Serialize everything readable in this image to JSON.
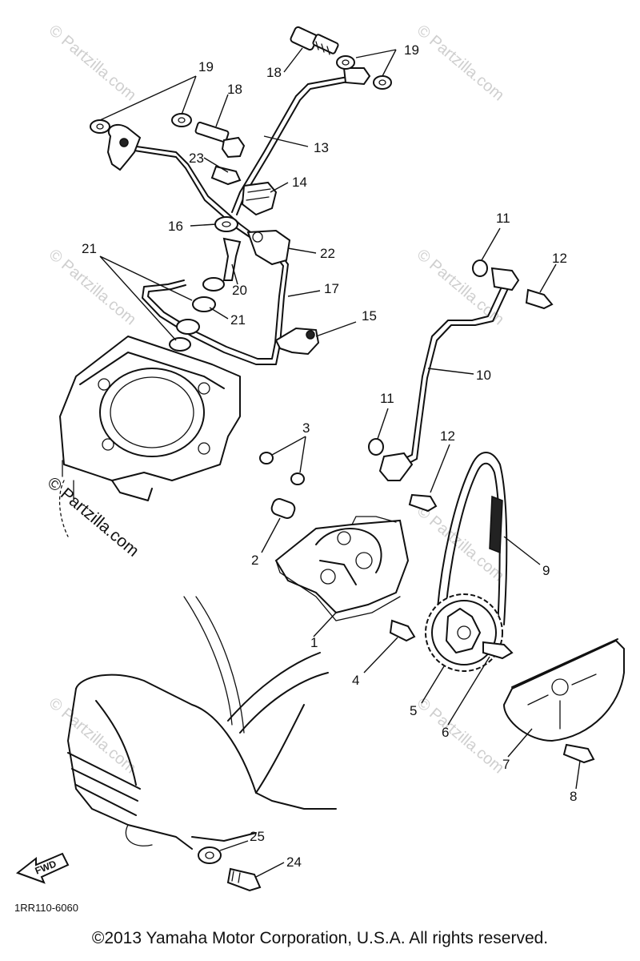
{
  "diagram": {
    "callouts": [
      {
        "id": "c1",
        "text": "1"
      },
      {
        "id": "c2",
        "text": "2"
      },
      {
        "id": "c3",
        "text": "3"
      },
      {
        "id": "c4",
        "text": "4"
      },
      {
        "id": "c5",
        "text": "5"
      },
      {
        "id": "c6",
        "text": "6"
      },
      {
        "id": "c7",
        "text": "7"
      },
      {
        "id": "c8",
        "text": "8"
      },
      {
        "id": "c9",
        "text": "9"
      },
      {
        "id": "c10",
        "text": "10"
      },
      {
        "id": "c11a",
        "text": "11"
      },
      {
        "id": "c11b",
        "text": "11"
      },
      {
        "id": "c12a",
        "text": "12"
      },
      {
        "id": "c12b",
        "text": "12"
      },
      {
        "id": "c13",
        "text": "13"
      },
      {
        "id": "c14",
        "text": "14"
      },
      {
        "id": "c15",
        "text": "15"
      },
      {
        "id": "c16",
        "text": "16"
      },
      {
        "id": "c17",
        "text": "17"
      },
      {
        "id": "c18a",
        "text": "18"
      },
      {
        "id": "c18b",
        "text": "18"
      },
      {
        "id": "c19a",
        "text": "19"
      },
      {
        "id": "c19b",
        "text": "19"
      },
      {
        "id": "c20",
        "text": "20"
      },
      {
        "id": "c21a",
        "text": "21"
      },
      {
        "id": "c21b",
        "text": "21"
      },
      {
        "id": "c22",
        "text": "22"
      },
      {
        "id": "c23",
        "text": "23"
      },
      {
        "id": "c24",
        "text": "24"
      },
      {
        "id": "c25",
        "text": "25"
      }
    ],
    "fwd_label": "FWD",
    "diagram_code": "1RR110-6060",
    "watermark": "© Partzilla.com"
  },
  "footer": {
    "copyright": "©2013  Yamaha Motor Corporation, U.S.A. All rights reserved."
  }
}
